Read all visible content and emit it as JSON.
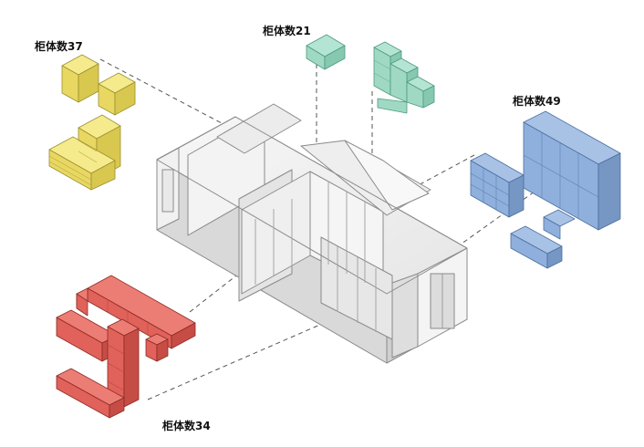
{
  "labels": {
    "top_left": "柜体数37",
    "top_center": "柜体数21",
    "right": "柜体数49",
    "bottom": "柜体数34"
  },
  "colors": {
    "yellow": "#f2e57a",
    "mint": "#9fd9c4",
    "blue": "#8fb0dc",
    "red": "#e0625a",
    "building_top": "#f6f6f6",
    "building_side": "#dcdcdc",
    "outline": "#8a8a8a"
  }
}
